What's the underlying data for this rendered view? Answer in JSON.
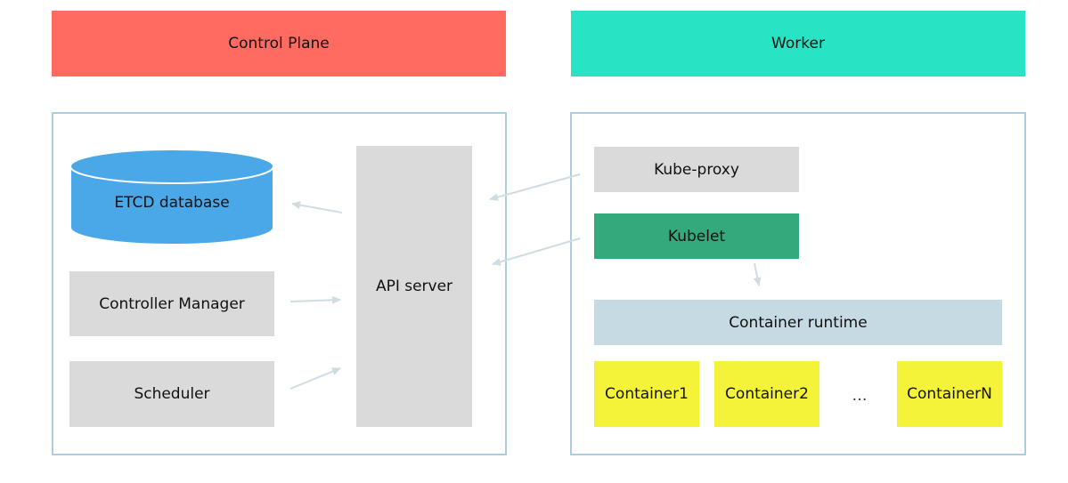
{
  "control_plane": {
    "header": "Control Plane",
    "etcd_label": "ETCD database",
    "controller_manager_label": "Controller Manager",
    "scheduler_label": "Scheduler",
    "api_server_label": "API server"
  },
  "worker": {
    "header": "Worker",
    "kube_proxy_label": "Kube-proxy",
    "kubelet_label": "Kubelet",
    "container_runtime_label": "Container runtime",
    "containers": [
      "Container1",
      "Container2",
      "ContainerN"
    ],
    "ellipsis": "…"
  },
  "colors": {
    "control_plane_header": "#ff6b61",
    "worker_header": "#29e3c5",
    "panel_border": "#a9cfdc",
    "etcd": "#4aa8e8",
    "kubelet": "#34a97b",
    "runtime": "#c6dae3",
    "container": "#f4f33a",
    "gray_component": "#dadada"
  }
}
